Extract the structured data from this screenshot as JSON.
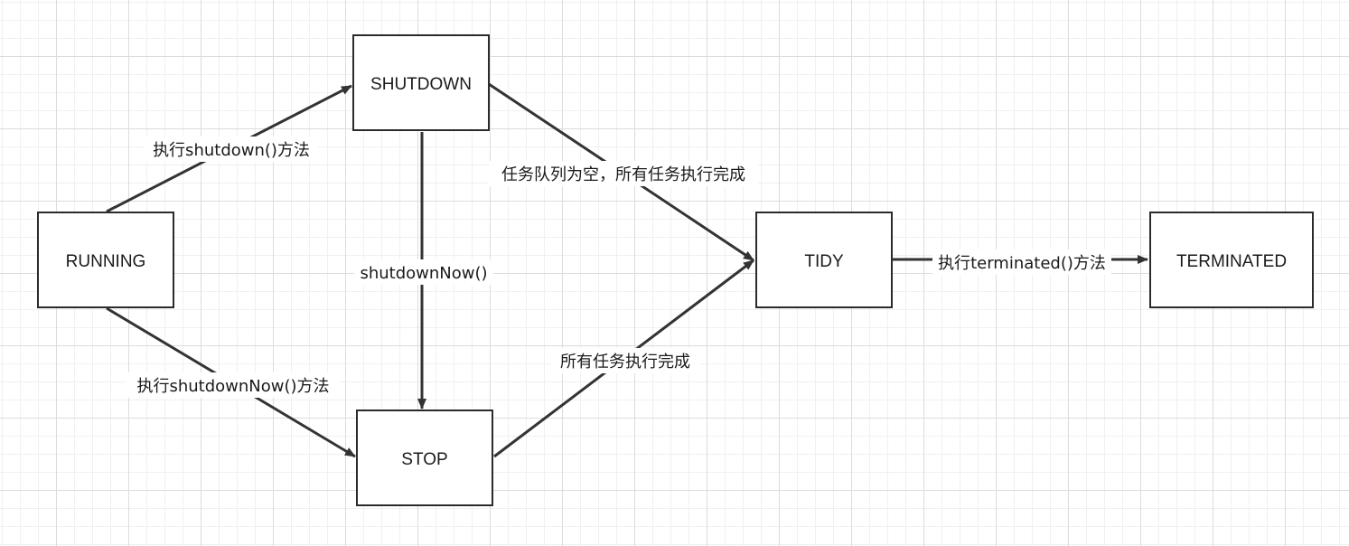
{
  "diagram": {
    "states": {
      "running": "RUNNING",
      "shutdown": "SHUTDOWN",
      "stop": "STOP",
      "tidy": "TIDY",
      "terminated": "TERMINATED"
    },
    "transitions": {
      "running_to_shutdown": "执行shutdown()方法",
      "running_to_stop": "执行shutdownNow()方法",
      "shutdown_to_stop": "shutdownNow()",
      "shutdown_to_tidy": "任务队列为空，所有任务执行完成",
      "stop_to_tidy": "所有任务执行完成",
      "tidy_to_terminated": "执行terminated()方法"
    },
    "colors": {
      "stroke": "#2b2b2b",
      "arrow": "#333333",
      "grid": "#dcdcdc",
      "background": "#ffffff"
    }
  }
}
